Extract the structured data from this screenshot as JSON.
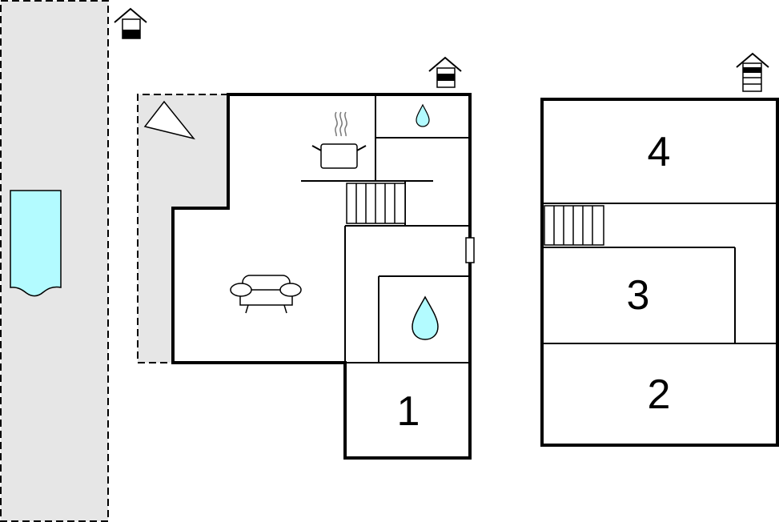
{
  "floor_plan": {
    "room_labels": {
      "room_1": "1",
      "room_2": "2",
      "room_3": "3",
      "room_4": "4"
    },
    "level_icons": {
      "ground": "ground-floor-icon",
      "first": "first-floor-icon",
      "second": "second-floor-icon"
    },
    "colors": {
      "wall": "#000000",
      "outdoor_area": "#e6e6e6",
      "water": "#b3fbff"
    },
    "features": [
      "pool-icon",
      "terrace-icon",
      "kitchen-pot-icon",
      "bath-drop-icon",
      "shower-drop-icon",
      "sofa-icon",
      "stairs-icon",
      "door-icon"
    ]
  }
}
